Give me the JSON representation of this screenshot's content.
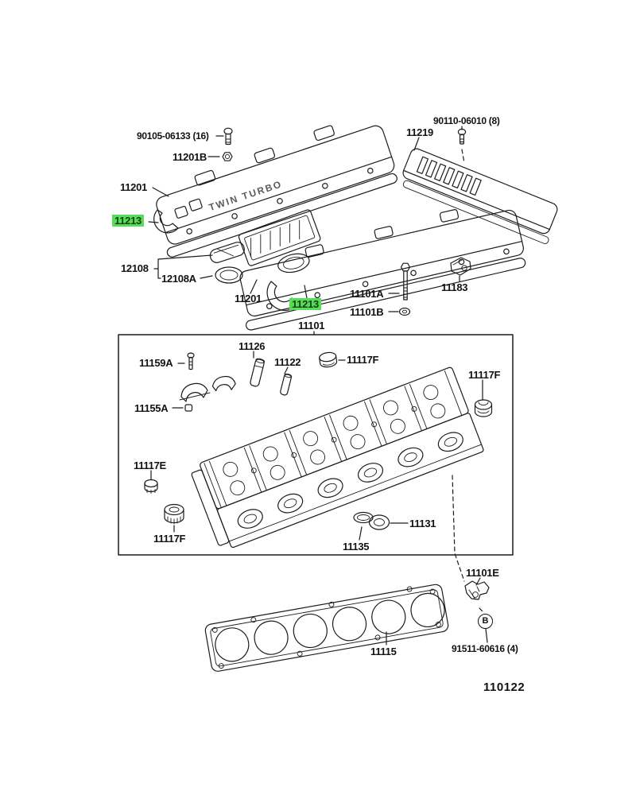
{
  "figure": {
    "page_code": "110122",
    "highlight_color": "#57dd57"
  },
  "cover_emboss": "TWIN TURBO",
  "labels": [
    {
      "text": "90105-06133 (16)",
      "highlighted": false
    },
    {
      "text": "11201B",
      "highlighted": false
    },
    {
      "text": "11201",
      "highlighted": false
    },
    {
      "text": "11213",
      "highlighted": true
    },
    {
      "text": "11219",
      "highlighted": false
    },
    {
      "text": "90110-06010 (8)",
      "highlighted": false
    },
    {
      "text": "12108",
      "highlighted": false
    },
    {
      "text": "12108A",
      "highlighted": false
    },
    {
      "text": "11201",
      "highlighted": false
    },
    {
      "text": "11213",
      "highlighted": true
    },
    {
      "text": "11101A",
      "highlighted": false
    },
    {
      "text": "11101B",
      "highlighted": false
    },
    {
      "text": "11183",
      "highlighted": false
    },
    {
      "text": "11101",
      "highlighted": false
    },
    {
      "text": "11159A",
      "highlighted": false
    },
    {
      "text": "11126",
      "highlighted": false
    },
    {
      "text": "11122",
      "highlighted": false
    },
    {
      "text": "11117F",
      "highlighted": false
    },
    {
      "text": "11117F",
      "highlighted": false
    },
    {
      "text": "11155A",
      "highlighted": false
    },
    {
      "text": "11117E",
      "highlighted": false
    },
    {
      "text": "11117F",
      "highlighted": false
    },
    {
      "text": "11131",
      "highlighted": false
    },
    {
      "text": "11135",
      "highlighted": false
    },
    {
      "text": "11101E",
      "highlighted": false
    },
    {
      "text": "B",
      "highlighted": false
    },
    {
      "text": "91511-60616 (4)",
      "highlighted": false
    },
    {
      "text": "11115",
      "highlighted": false
    },
    {
      "text": "110122",
      "highlighted": false
    }
  ]
}
